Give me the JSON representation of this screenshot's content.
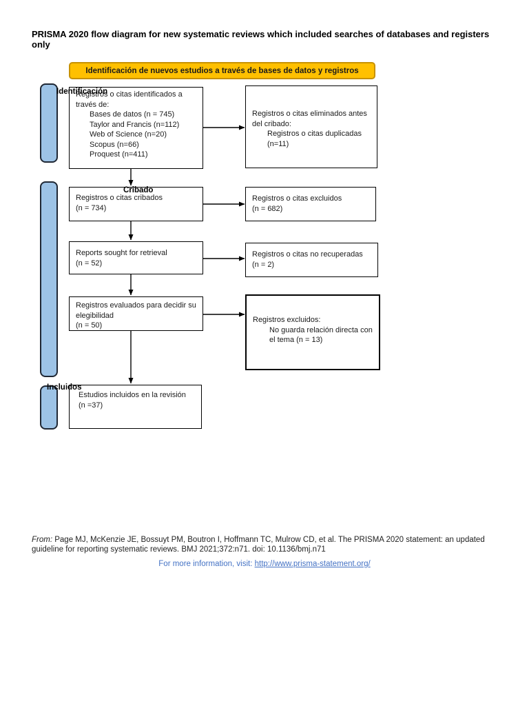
{
  "page": {
    "title": "PRISMA 2020 flow diagram for new systematic reviews which included searches of databases and registers only"
  },
  "banner": {
    "label": "Identificación de nuevos estudios a través de bases de datos y registros"
  },
  "stages": {
    "identification": "Identificación",
    "screening": "Cribado",
    "included": "Incluidos"
  },
  "flow": {
    "identified": {
      "heading": "Registros o citas identificados a través de:",
      "items": [
        "Bases de datos (n = 745)",
        "Taylor and Francis (n=112)",
        "Web of Science (n=20)",
        "Scopus (n=66)",
        "Proquest (n=411)"
      ]
    },
    "removed_before_screening": {
      "heading": "Registros o citas eliminados antes del cribado:",
      "items": [
        "Registros o citas duplicadas (n=11)"
      ]
    },
    "screened": {
      "text": "Registros o citas cribados",
      "count": "(n = 734)"
    },
    "excluded": {
      "text": "Registros o citas excluidos",
      "count": "(n = 682)"
    },
    "sought": {
      "text": "Reports sought for retrieval",
      "count": "(n = 52)"
    },
    "not_retrieved": {
      "text": "Registros o citas no recuperadas",
      "count": "(n = 2)"
    },
    "assessed": {
      "text": "Registros evaluados para decidir su elegibilidad",
      "count": "(n = 50)"
    },
    "excluded_reasons": {
      "heading": "Registros excluidos:",
      "items": [
        "No guarda relación directa con el tema (n = 13)"
      ]
    },
    "included": {
      "text": "Estudios incluidos en la revisión",
      "count": "(n =37)"
    }
  },
  "footer": {
    "from_label": "From:",
    "citation": "Page MJ, McKenzie JE, Bossuyt PM, Boutron I, Hoffmann TC, Mulrow CD, et al. The PRISMA 2020 statement: an updated guideline for reporting systematic reviews. BMJ 2021;372:n71. doi: 10.1136/bmj.n71",
    "info_label": "For more information, visit:",
    "link_text": "http://www.prisma-statement.org/",
    "link_href": "http://www.prisma-statement.org/"
  },
  "colors": {
    "banner_fill": "#FFC000",
    "banner_border": "#C79100",
    "stage_bar_fill": "#9DC3E6",
    "stage_bar_border": "#1F2733",
    "link_blue": "#4472C4"
  }
}
